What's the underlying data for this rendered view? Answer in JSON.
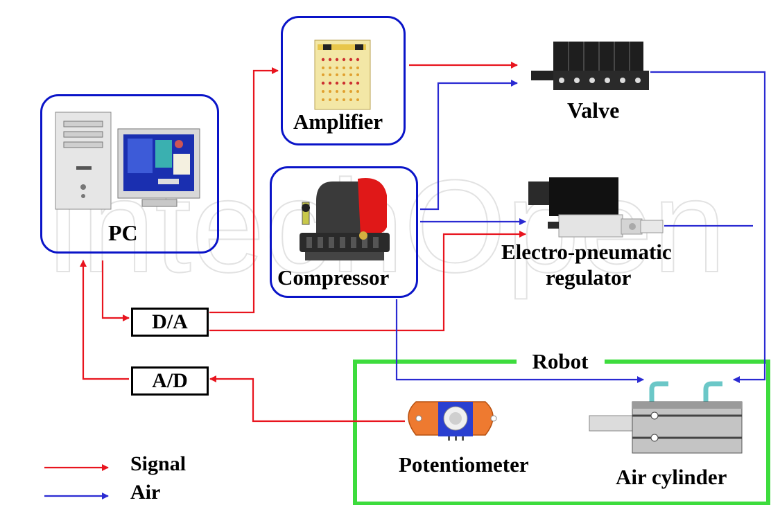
{
  "watermark": "IntechOpen",
  "blocks": {
    "pc": "PC",
    "amplifier": "Amplifier",
    "compressor": "Compressor",
    "valve": "Valve",
    "regulator_line1": "Electro-pneumatic",
    "regulator_line2": "regulator",
    "da": "D/A",
    "ad": "A/D",
    "robot": "Robot",
    "potentiometer": "Potentiometer",
    "air_cylinder": "Air cylinder"
  },
  "legend": {
    "signal": "Signal",
    "air": "Air"
  },
  "colors": {
    "signal": "#e8141e",
    "air": "#2a2ad2",
    "robot_frame": "#3ddc3d",
    "box_border": "#0a14c8"
  }
}
